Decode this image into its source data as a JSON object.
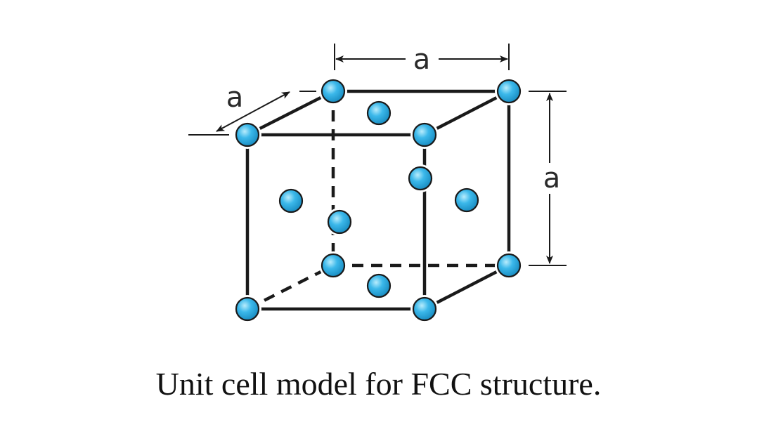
{
  "figure": {
    "caption": "Unit cell model for FCC structure.",
    "dimension_labels": {
      "top_width": "a",
      "depth": "a",
      "height": "a"
    },
    "colors": {
      "atom_fill": "#3bb8ea",
      "atom_highlight": "#b8ecfc",
      "edge": "#1a1a1a"
    }
  }
}
